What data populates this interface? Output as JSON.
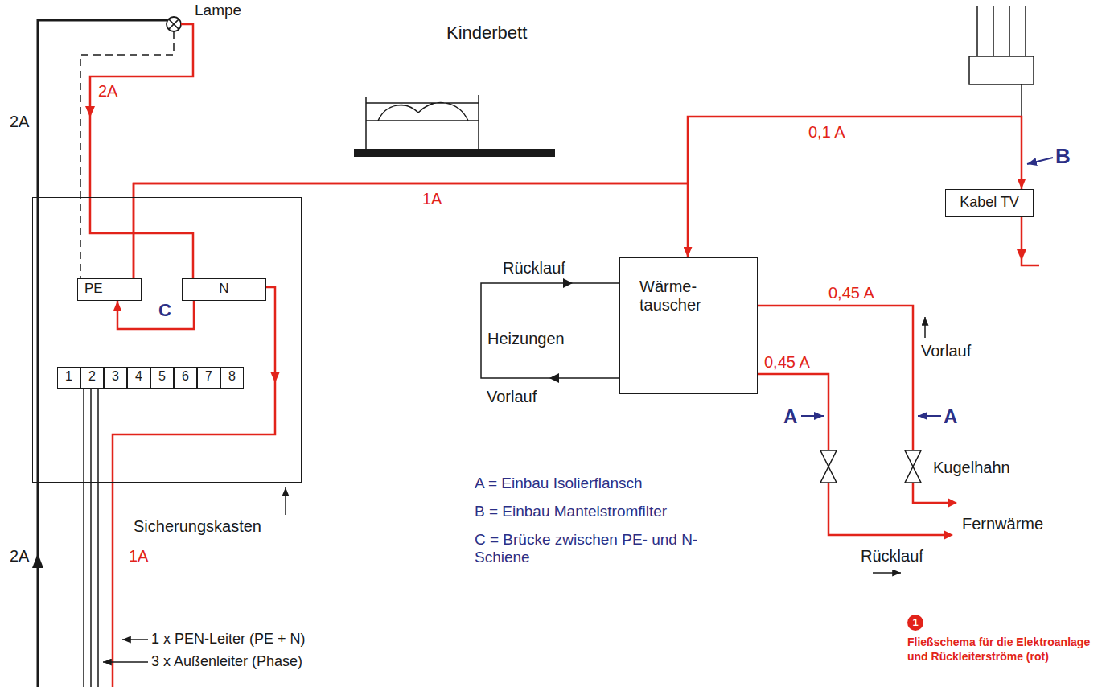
{
  "diagram": {
    "caption": "Fließschema für die Elektroanlage und Rückleiterströme (rot)",
    "nodes": [
      {
        "text": [
          "Sicherungskasten"
        ]
      },
      {
        "text": [
          "PE"
        ],
        "in": 0
      },
      {
        "text": [
          "N"
        ],
        "in": 0
      },
      {
        "text": [
          "1"
        ],
        "in": 0
      },
      {
        "text": [
          "2"
        ],
        "in": 0
      },
      {
        "text": [
          "3"
        ],
        "in": 0
      },
      {
        "text": [
          "4"
        ],
        "in": 0
      },
      {
        "text": [
          "5"
        ],
        "in": 0
      },
      {
        "text": [
          "6"
        ],
        "in": 0
      },
      {
        "text": [
          "7"
        ],
        "in": 0
      },
      {
        "text": [
          "8"
        ],
        "in": 0
      },
      {
        "text": [
          "Wärme- tauscher"
        ]
      },
      {
        "text": [
          "Kabel TV"
        ]
      }
    ],
    "edges": [
      {
        "from": 2,
        "to": 1,
        "arrow": "to",
        "label": "C"
      },
      {
        "from": 1,
        "to": 11,
        "arrow": "to",
        "label": "1A"
      },
      {
        "from": 1,
        "to": 12,
        "arrow": "to",
        "label": "0,1 A"
      }
    ],
    "labels": [
      "Lampe",
      "2A",
      "2A",
      "Kinderbett",
      "B",
      "Rücklauf",
      "Heizungen",
      "Vorlauf",
      "0,45 A",
      "0,45 A",
      "Vorlauf",
      "A",
      "A",
      "Kugelhahn",
      "Fernwärme",
      "Rücklauf",
      "A = Einbau Isolierflansch",
      "B = Einbau Mantelstromfilter",
      "C = Brücke zwischen PE- und N-Schiene",
      "2A",
      "1A",
      "1 x PEN-Leiter (PE + N)",
      "3 x Außenleiter (Phase)",
      "1"
    ]
  }
}
